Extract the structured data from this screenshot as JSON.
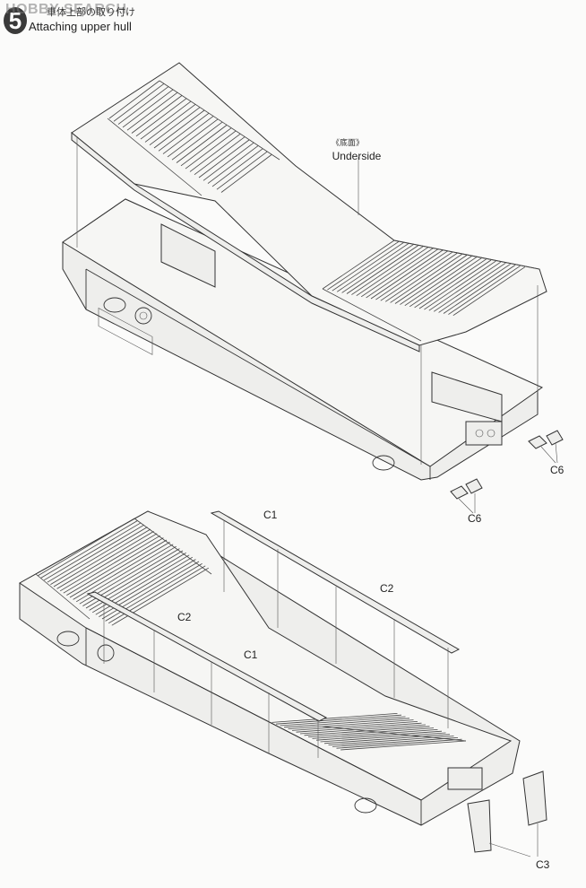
{
  "header": {
    "watermark": "HOBBY SEARCH",
    "step_number": "5",
    "step_title_jp": "車体上部の取り付け",
    "step_title_en": "Attaching upper hull"
  },
  "diagram_top": {
    "label_jp": "《底面》",
    "label_en": "Underside",
    "callouts": [
      "C6",
      "C6"
    ]
  },
  "diagram_bottom": {
    "callouts": [
      "C1",
      "C2",
      "C2",
      "C1",
      "C3"
    ]
  }
}
